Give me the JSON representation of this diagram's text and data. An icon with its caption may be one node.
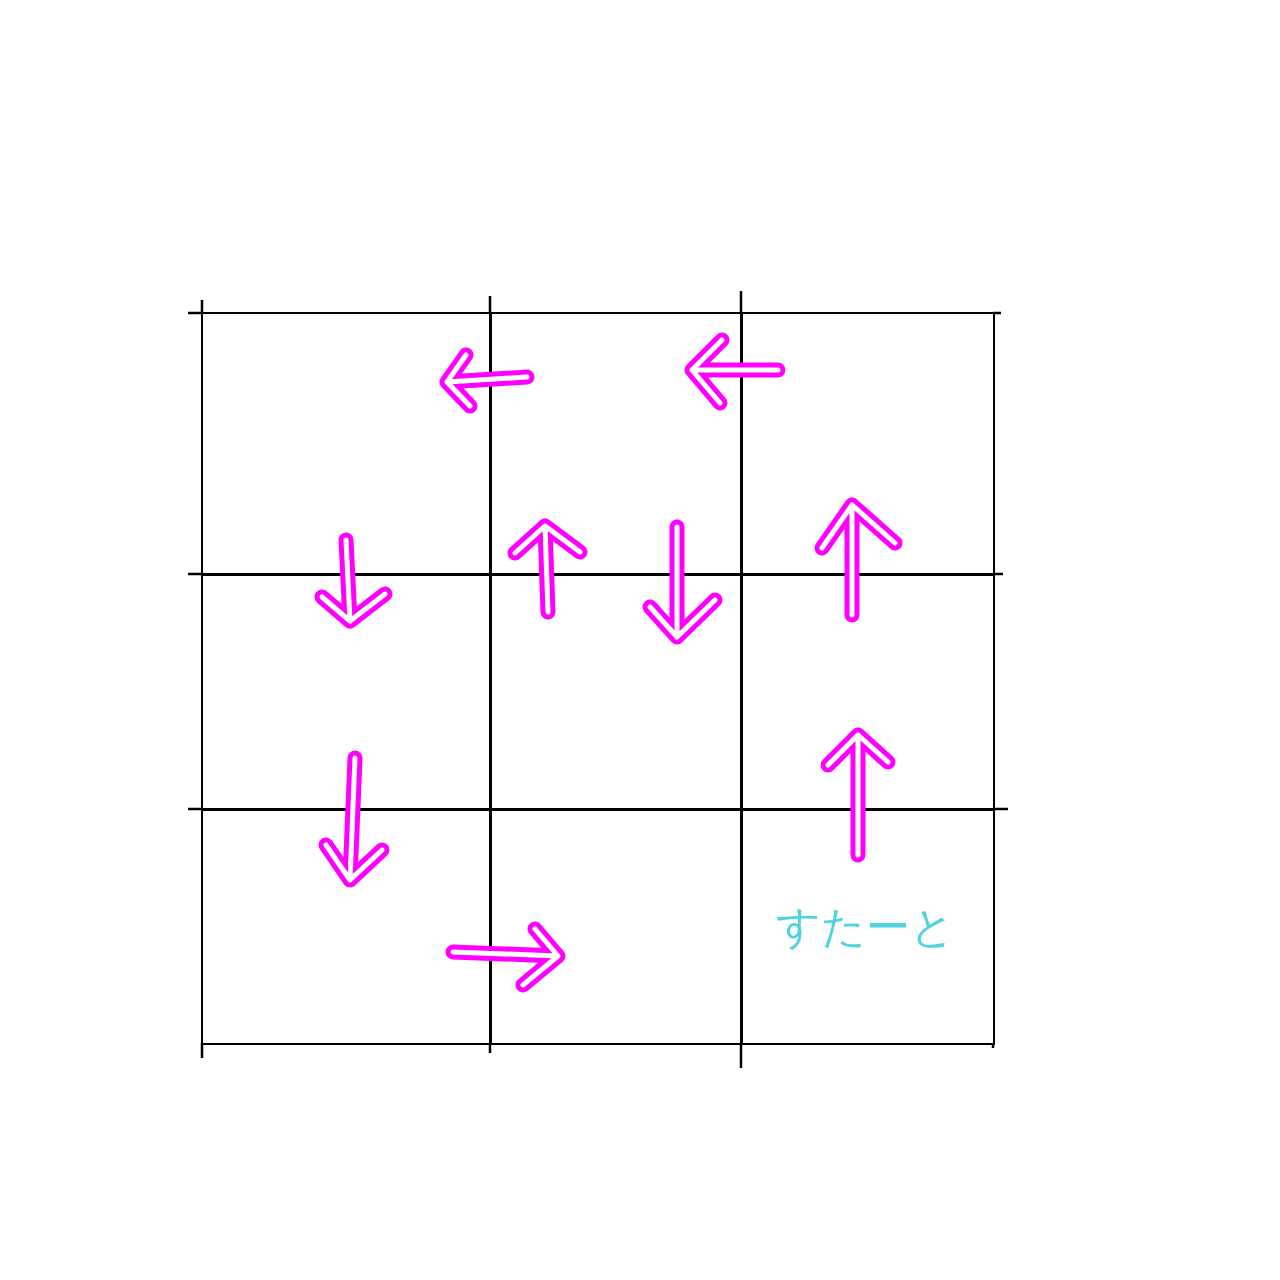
{
  "diagram": {
    "nodes": [
      {
        "text": [],
        "shape": "box"
      },
      {
        "text": [],
        "shape": "box"
      },
      {
        "text": [],
        "shape": "box"
      },
      {
        "text": [],
        "shape": "box"
      },
      {
        "text": [],
        "shape": "box"
      },
      {
        "text": [],
        "shape": "box"
      },
      {
        "text": [],
        "shape": "box"
      },
      {
        "text": [],
        "shape": "box"
      },
      {
        "text": [
          "すたーと"
        ]
      }
    ],
    "edges": [
      {
        "from": 8,
        "to": 5,
        "arrow": "to"
      },
      {
        "from": 5,
        "to": 2,
        "arrow": "to"
      },
      {
        "from": 2,
        "to": 1,
        "arrow": "to"
      },
      {
        "from": 1,
        "to": 0,
        "arrow": "to"
      },
      {
        "from": 0,
        "to": 3,
        "arrow": "to"
      },
      {
        "from": 3,
        "to": 6,
        "arrow": "to"
      },
      {
        "from": 6,
        "to": 7,
        "arrow": "to"
      },
      {
        "from": 4,
        "to": 1,
        "arrow": "to"
      },
      {
        "from": 1,
        "to": 4,
        "arrow": "to"
      }
    ]
  }
}
